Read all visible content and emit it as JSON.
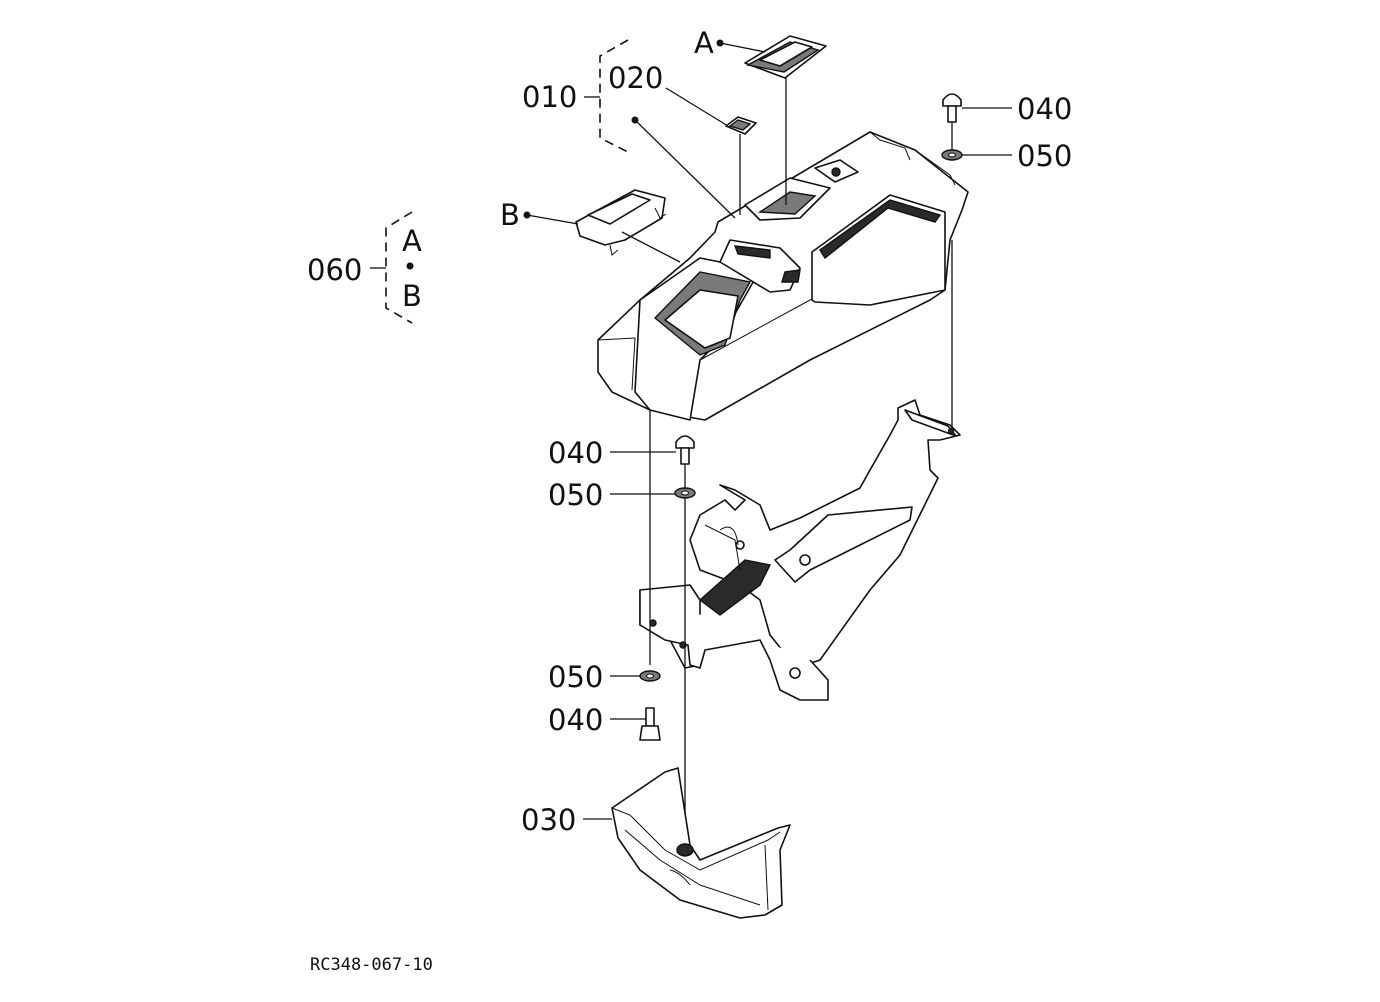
{
  "diagram": {
    "callouts": {
      "c010": "010",
      "c020": "020",
      "c030": "030",
      "c040_top": "040",
      "c050_top": "050",
      "c040_mid": "040",
      "c050_mid": "050",
      "c050_low": "050",
      "c040_low": "040",
      "c060": "060"
    },
    "markers": {
      "a_top": "A",
      "b_left": "B",
      "a_group": "A",
      "b_group": "B"
    },
    "figure_code": "RC348-067-10"
  }
}
